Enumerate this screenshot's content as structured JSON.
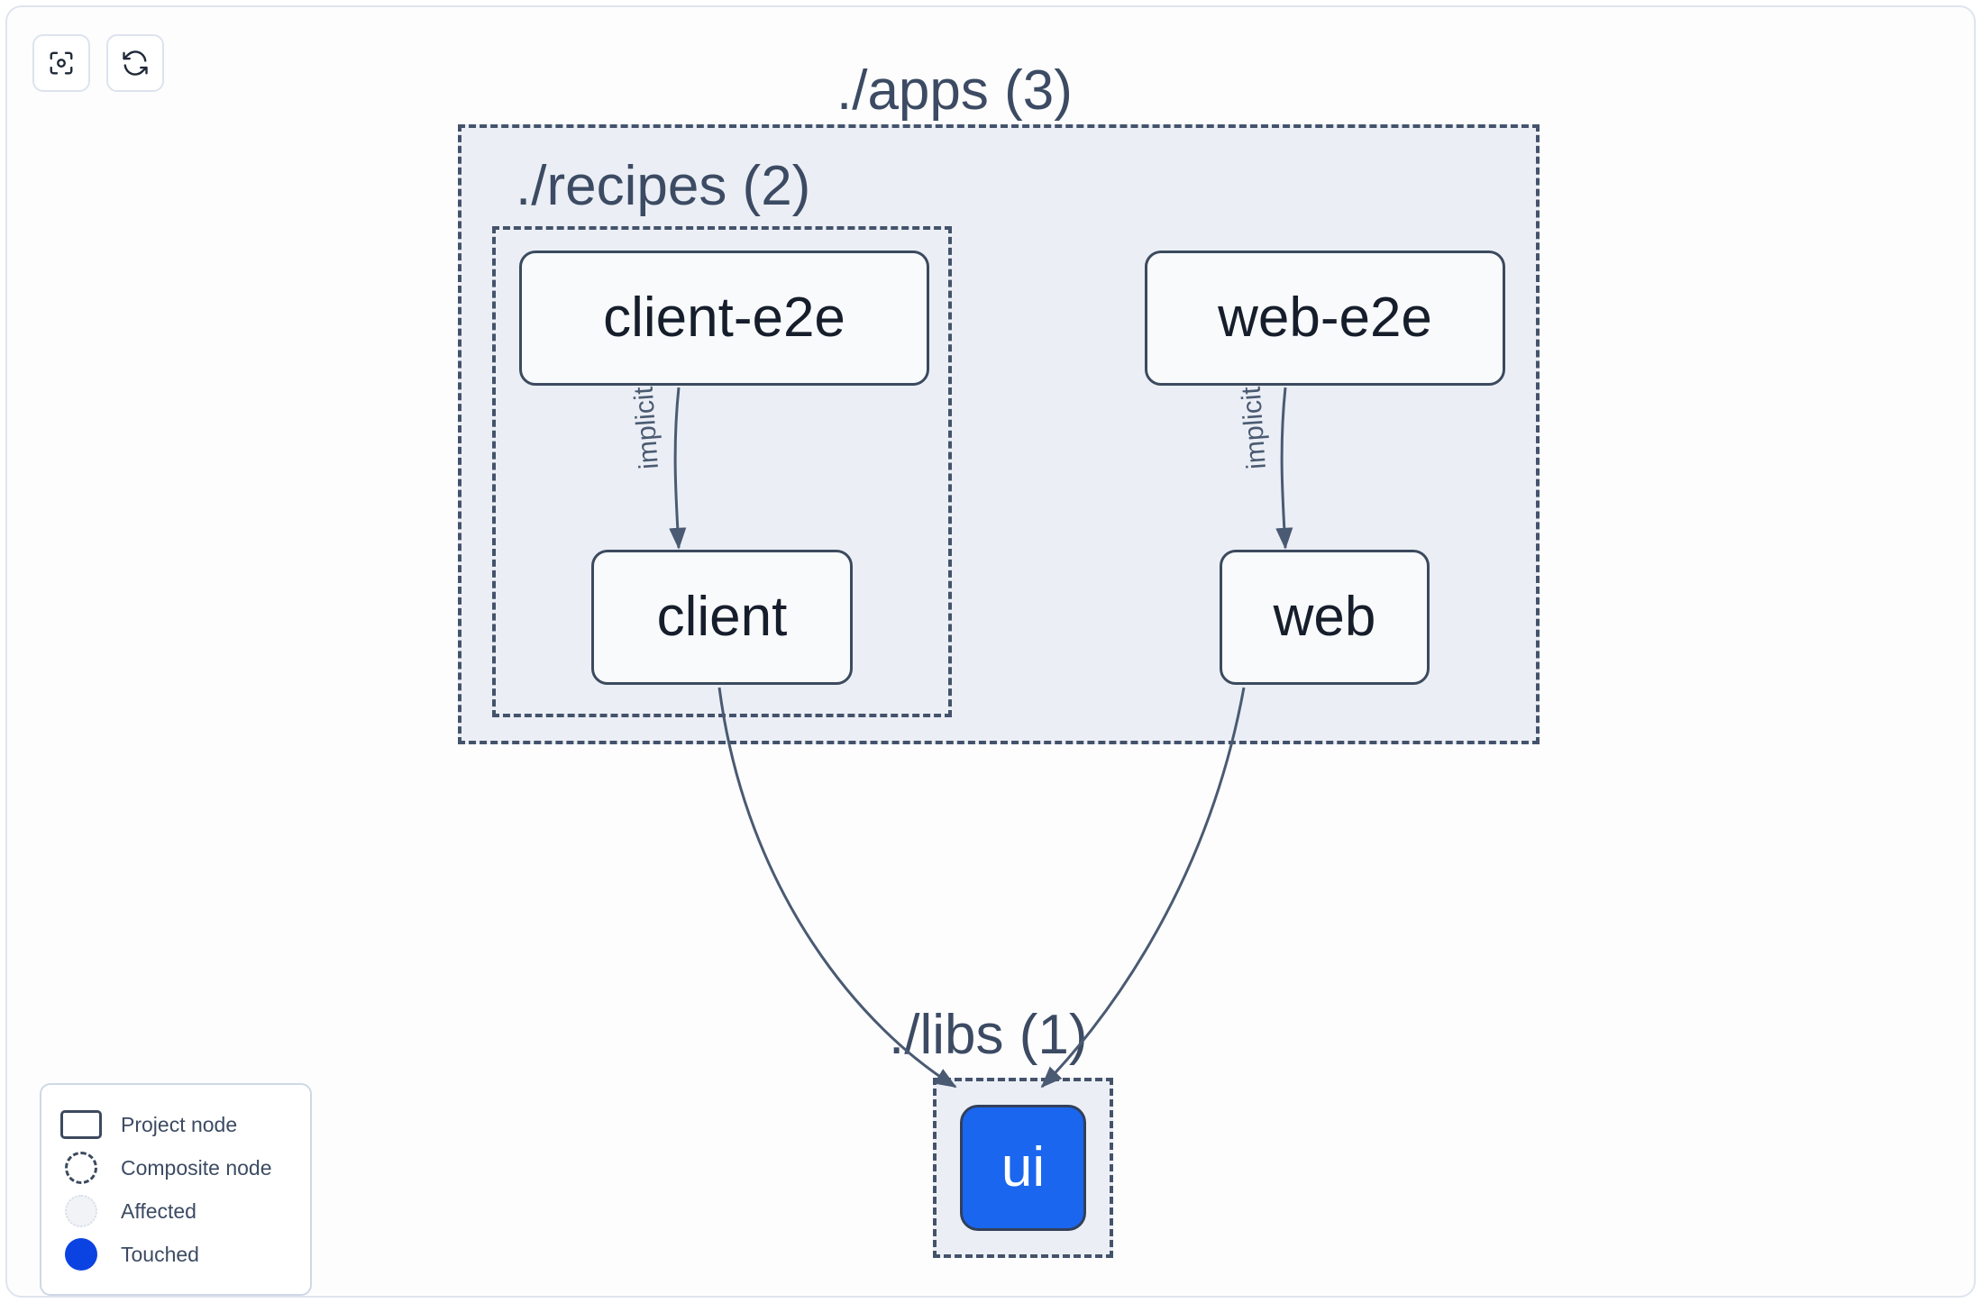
{
  "toolbar": {
    "buttons": [
      {
        "name": "focus-target-button",
        "icon": "focus-target-icon",
        "label": "Focus"
      },
      {
        "name": "refresh-button",
        "icon": "refresh-icon",
        "label": "Refresh"
      }
    ]
  },
  "graph": {
    "groups": [
      {
        "id": "apps",
        "label": "./apps (3)",
        "count": 3
      },
      {
        "id": "recipes",
        "label": "./recipes (2)",
        "count": 2
      },
      {
        "id": "libs",
        "label": "./libs (1)",
        "count": 1
      }
    ],
    "nodes": [
      {
        "id": "client-e2e",
        "label": "client-e2e",
        "group": "recipes",
        "state": "project"
      },
      {
        "id": "client",
        "label": "client",
        "group": "recipes",
        "state": "project"
      },
      {
        "id": "web-e2e",
        "label": "web-e2e",
        "group": "apps",
        "state": "project"
      },
      {
        "id": "web",
        "label": "web",
        "group": "apps",
        "state": "project"
      },
      {
        "id": "ui",
        "label": "ui",
        "group": "libs",
        "state": "touched"
      }
    ],
    "edges": [
      {
        "source": "client-e2e",
        "target": "client",
        "label": "implicit"
      },
      {
        "source": "web-e2e",
        "target": "web",
        "label": "implicit"
      },
      {
        "source": "client",
        "target": "ui",
        "label": ""
      },
      {
        "source": "web",
        "target": "ui",
        "label": ""
      }
    ]
  },
  "legend": {
    "items": [
      {
        "swatch": "project-node-swatch",
        "label": "Project node"
      },
      {
        "swatch": "composite-node-swatch",
        "label": "Composite node"
      },
      {
        "swatch": "affected-swatch",
        "label": "Affected"
      },
      {
        "swatch": "touched-swatch",
        "label": "Touched"
      }
    ]
  },
  "colors": {
    "touched": "#0b43e2",
    "node_touched_fill": "#1a66ee",
    "group_fill": "#ebeff5",
    "group_border": "#44536b",
    "node_border": "#3c4a5e",
    "edge": "#4a5a72",
    "canvas": "#fdfdfe"
  }
}
